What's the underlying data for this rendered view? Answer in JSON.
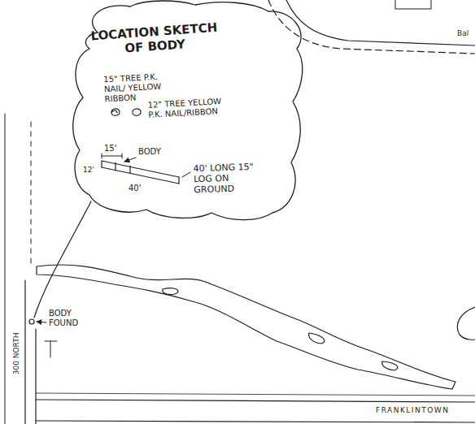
{
  "diagram": {
    "nodes": [
      {
        "text": [
          "LOCATION SKETCH OF BODY"
        ]
      }
    ],
    "labels": [
      "15\" TREE P.K. NAIL/ YELLOW RIBBON",
      "12\" TREE YELLOW P.K. NAIL/RIBBON",
      "15'",
      "BODY",
      "12'",
      "40'",
      "40' LONG 15\" LOG ON GROUND",
      "BODY FOUND",
      "300 NORTH",
      "FRANKLINTOWN",
      "Bal"
    ]
  }
}
